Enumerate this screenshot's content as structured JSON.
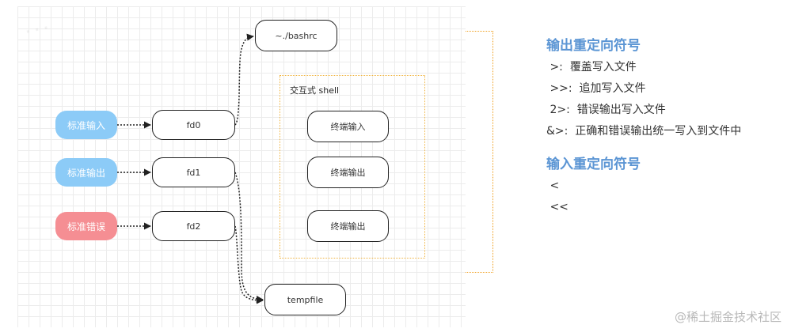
{
  "diagram": {
    "inputs": [
      {
        "id": "stdin",
        "label": "标准输入",
        "color": "#8ccbf7"
      },
      {
        "id": "stdout",
        "label": "标准输出",
        "color": "#8ccbf7"
      },
      {
        "id": "stderr",
        "label": "标准错误",
        "color": "#f58e93"
      }
    ],
    "fds": [
      "fd0",
      "fd1",
      "fd2"
    ],
    "bashrc": "~./bashrc",
    "tempfile": "tempfile",
    "shell": {
      "title": "交互式 shell",
      "terminals": [
        "终端输入",
        "终端输出",
        "终端输出"
      ]
    }
  },
  "sidebar": {
    "output_title": "输出重定向符号",
    "output_items": [
      {
        "sym": ">:",
        "text": "覆盖写入文件"
      },
      {
        "sym": ">>:",
        "text": "追加写入文件"
      },
      {
        "sym": "2>:",
        "text": "错误输出写入文件"
      },
      {
        "sym": "&>:",
        "text": "正确和错误输出统一写入到文件中"
      }
    ],
    "input_title": "输入重定向符号",
    "input_items": [
      "<",
      "<<"
    ]
  },
  "watermark": "@稀土掘金技术社区",
  "colors": {
    "accent": "#5b95d4",
    "shell_border": "#f0b440",
    "bracket": "#f0a020"
  }
}
